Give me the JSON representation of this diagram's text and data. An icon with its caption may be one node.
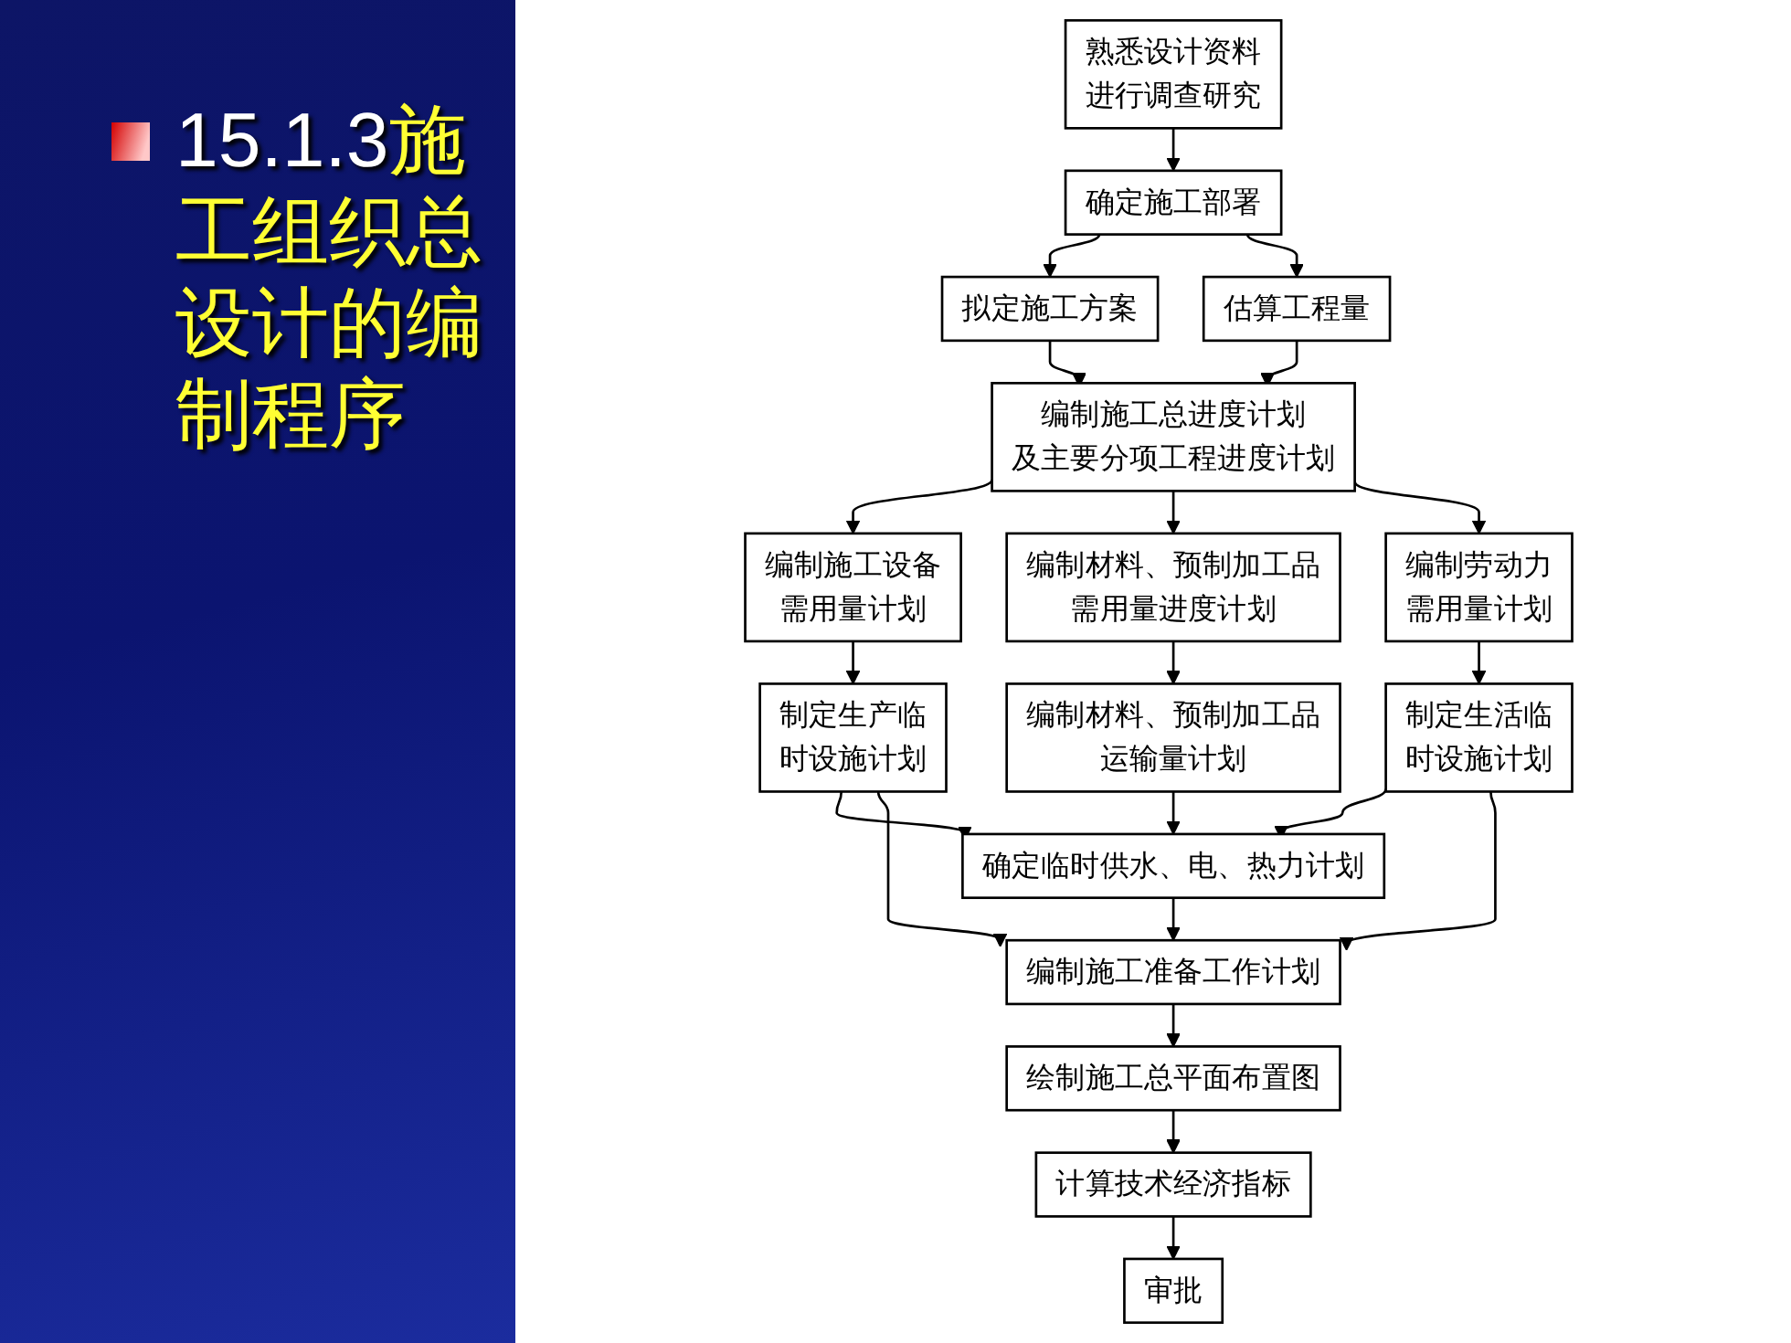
{
  "diagram": {
    "title": "15.1.3施工组织总设计的编制程序",
    "nodes": [
      {
        "text": [
          "熟悉设计资料进行调查研究"
        ]
      },
      {
        "text": [
          "确定施工部署"
        ]
      },
      {
        "text": [
          "拟定施工方案"
        ]
      },
      {
        "text": [
          "估算工程量"
        ]
      },
      {
        "text": [
          "编制施工总进度计划及主要分项工程进度计划"
        ]
      },
      {
        "text": [
          "编制施工设备需用量计划"
        ]
      },
      {
        "text": [
          "编制材料、预制加工品需用量进度计划"
        ]
      },
      {
        "text": [
          "编制劳动力需用量计划"
        ]
      },
      {
        "text": [
          "制定生产临时设施计划"
        ]
      },
      {
        "text": [
          "编制材料、预制加工品运输量计划"
        ]
      },
      {
        "text": [
          "制定生活临时设施计划"
        ]
      },
      {
        "text": [
          "确定临时供水、电、热力计划"
        ]
      },
      {
        "text": [
          "编制施工准备工作计划"
        ]
      },
      {
        "text": [
          "绘制施工总平面布置图"
        ]
      },
      {
        "text": [
          "计算技术经济指标"
        ]
      },
      {
        "text": [
          "审批"
        ]
      }
    ],
    "edges": [
      {
        "from": 0,
        "to": 1,
        "arrow": "to"
      },
      {
        "from": 1,
        "to": 2,
        "arrow": "to"
      },
      {
        "from": 1,
        "to": 3,
        "arrow": "to"
      },
      {
        "from": 2,
        "to": 4,
        "arrow": "to"
      },
      {
        "from": 3,
        "to": 4,
        "arrow": "to"
      },
      {
        "from": 4,
        "to": 5,
        "arrow": "to"
      },
      {
        "from": 4,
        "to": 6,
        "arrow": "to"
      },
      {
        "from": 4,
        "to": 7,
        "arrow": "to"
      },
      {
        "from": 5,
        "to": 8,
        "arrow": "to"
      },
      {
        "from": 6,
        "to": 9,
        "arrow": "to"
      },
      {
        "from": 7,
        "to": 10,
        "arrow": "to"
      },
      {
        "from": 8,
        "to": 11,
        "arrow": "to"
      },
      {
        "from": 8,
        "to": 12,
        "arrow": "to"
      },
      {
        "from": 9,
        "to": 11,
        "arrow": "to"
      },
      {
        "from": 10,
        "to": 11,
        "arrow": "to"
      },
      {
        "from": 10,
        "to": 12,
        "arrow": "to"
      },
      {
        "from": 11,
        "to": 12,
        "arrow": "to"
      },
      {
        "from": 12,
        "to": 13,
        "arrow": "to"
      },
      {
        "from": 13,
        "to": 14,
        "arrow": "to"
      },
      {
        "from": 14,
        "to": 15,
        "arrow": "to"
      }
    ]
  }
}
